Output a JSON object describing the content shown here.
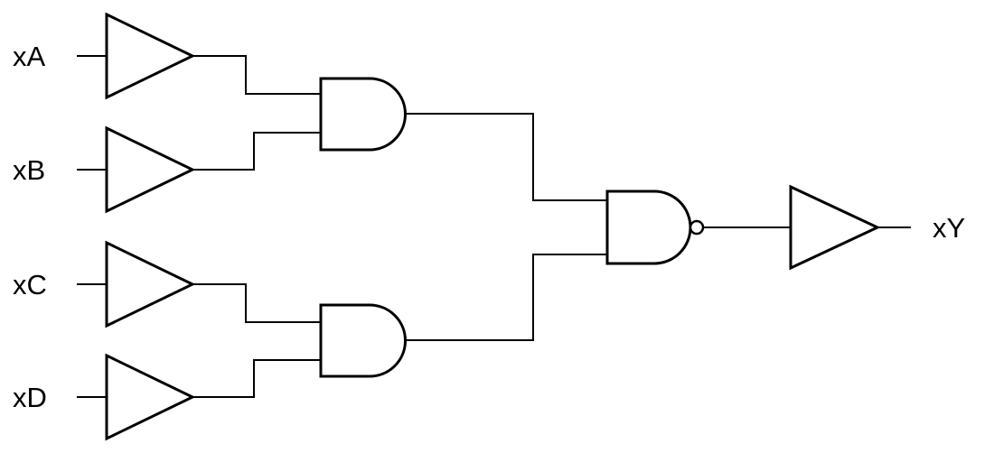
{
  "diagram": {
    "kind": "logic-circuit-schematic",
    "colors": {
      "stroke": "#000000",
      "background": "#ffffff"
    },
    "inputs": [
      {
        "id": "A",
        "label": "xA"
      },
      {
        "id": "B",
        "label": "xB"
      },
      {
        "id": "C",
        "label": "xC"
      },
      {
        "id": "D",
        "label": "xD"
      }
    ],
    "output": {
      "id": "Y",
      "label": "xY"
    },
    "gates": [
      {
        "name": "input-buffer-a",
        "type": "buffer",
        "inputs": [
          "xA"
        ]
      },
      {
        "name": "input-buffer-b",
        "type": "buffer",
        "inputs": [
          "xB"
        ]
      },
      {
        "name": "input-buffer-c",
        "type": "buffer",
        "inputs": [
          "xC"
        ]
      },
      {
        "name": "input-buffer-d",
        "type": "buffer",
        "inputs": [
          "xD"
        ]
      },
      {
        "name": "and-gate-top",
        "type": "and",
        "inputs": [
          "input-buffer-a",
          "input-buffer-b"
        ]
      },
      {
        "name": "and-gate-bottom",
        "type": "and",
        "inputs": [
          "input-buffer-c",
          "input-buffer-d"
        ]
      },
      {
        "name": "nand-gate",
        "type": "nand",
        "inputs": [
          "and-gate-top",
          "and-gate-bottom"
        ]
      },
      {
        "name": "output-buffer",
        "type": "buffer",
        "inputs": [
          "nand-gate"
        ],
        "output": "xY"
      }
    ]
  }
}
